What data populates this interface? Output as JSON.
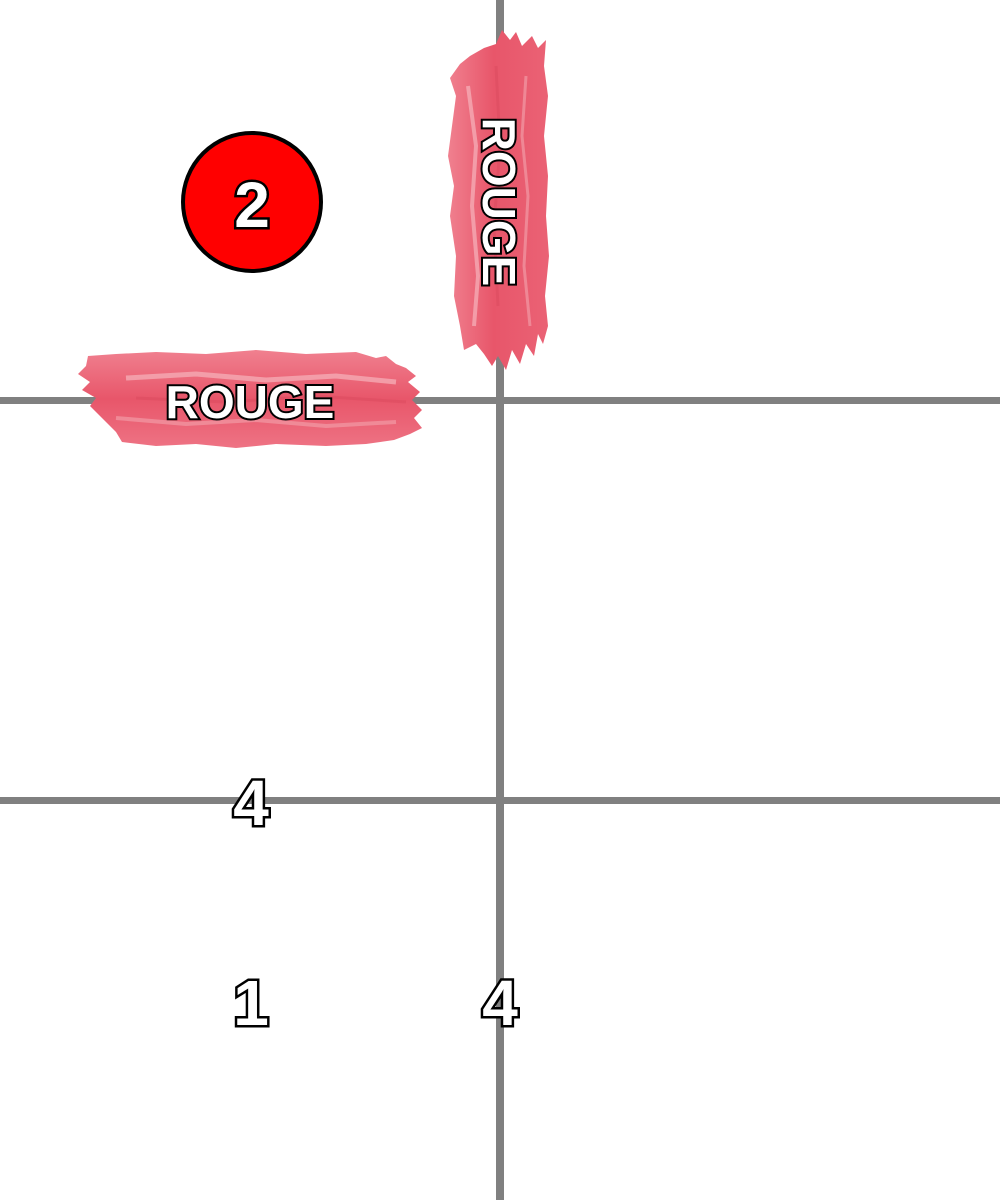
{
  "grid": {
    "line_color": "#808080",
    "background": "#ffffff"
  },
  "clues": {
    "circled_number": "2",
    "circle_color": "#ff0000",
    "row_label_4": "4",
    "row_label_1": "1",
    "col_label_4": "4"
  },
  "tiles": {
    "horizontal_label": "ROUGE",
    "vertical_label": "ROUGE",
    "brush_color": "#e8566a",
    "brush_highlight": "#f49aa6"
  }
}
